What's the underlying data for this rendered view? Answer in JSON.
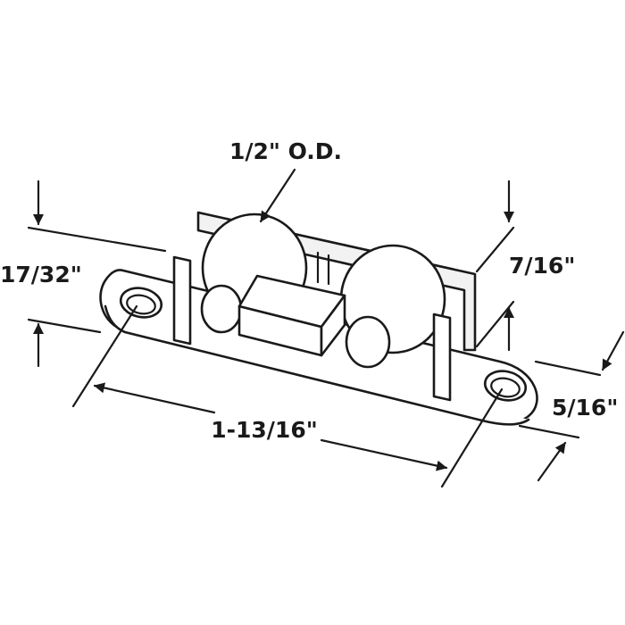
{
  "diagram": {
    "line_color": "#1a1a1a",
    "background": "#ffffff",
    "labels": {
      "roller_diameter": "1/2\" O.D.",
      "overall_height": "17/32\"",
      "roller_height": "7/16\"",
      "plate_width": "5/16\"",
      "hole_spacing": "1-13/16\""
    }
  }
}
